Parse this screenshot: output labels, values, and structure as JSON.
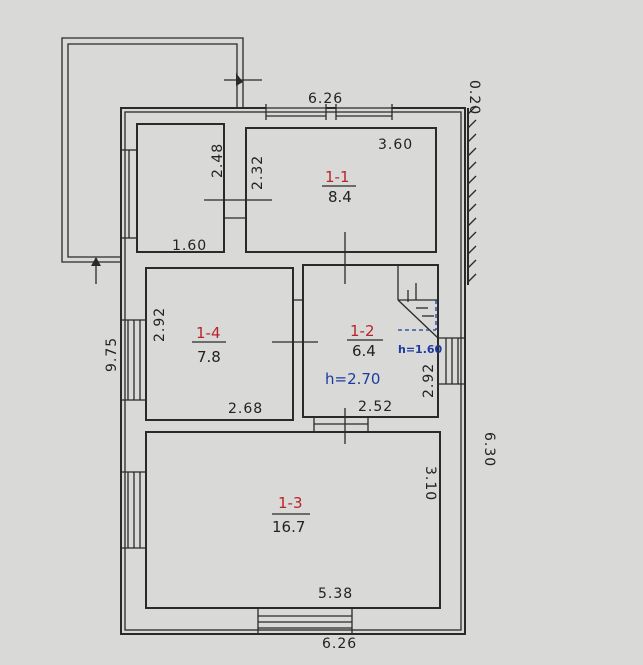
{
  "dimensions": {
    "top_total": "6.26",
    "bottom_total": "6.26",
    "left_total": "9.75",
    "right_total": "6.30",
    "right_offset": "0.20",
    "small_room_height": "2.48",
    "small_room_width": "1.60"
  },
  "rooms": [
    {
      "id": "1-1",
      "area": "8.4",
      "width": "3.60",
      "height": "2.32"
    },
    {
      "id": "1-2",
      "area": "6.4",
      "width": "2.52",
      "height": "2.92"
    },
    {
      "id": "1-3",
      "area": "16.7",
      "width": "5.38",
      "height": "3.10"
    },
    {
      "id": "1-4",
      "area": "7.8",
      "width": "2.68",
      "height": "2.92"
    }
  ],
  "notes": {
    "ceiling_height": "h=2.70",
    "stair_height": "h=1.60"
  },
  "colors": {
    "background": "#d9d9d7",
    "ink": "#2a2a2a",
    "room_id": "#b8242a",
    "annotation": "#1c3aa0"
  }
}
